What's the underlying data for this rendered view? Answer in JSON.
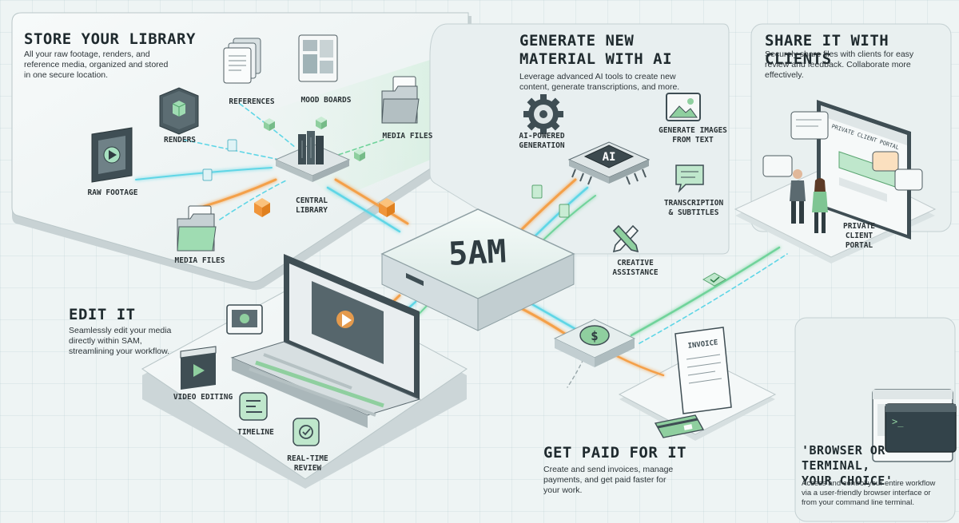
{
  "sections": {
    "library": {
      "title": "STORE YOUR LIBRARY",
      "description": "All your raw footage, renders, and\nreference media, organized and stored\nin one secure location.",
      "labels": {
        "references": "REFERENCES",
        "mood_boards": "MOOD BOARDS",
        "renders": "RENDERS",
        "media_files_top": "MEDIA FILES",
        "raw_footage": "RAW FOOTAGE",
        "central_library": "CENTRAL\nLIBRARY",
        "media_files_bottom": "MEDIA FILES"
      }
    },
    "ai": {
      "title": "GENERATE NEW\nMATERIAL WITH AI",
      "description": "Leverage advanced AI tools to create new\ncontent, generate transcriptions, and more.",
      "chip_label": "AI",
      "labels": {
        "ai_powered": "AI-POWERED\nGENERATION",
        "generate_images": "GENERATE IMAGES\nFROM TEXT",
        "transcription": "TRANSCRIPTION\n& SUBTITLES",
        "creative": "CREATIVE\nASSISTANCE"
      }
    },
    "share": {
      "title": "SHARE IT WITH CLIENTS",
      "description": "Securely share files with clients for easy\nreview and feedback. Collaborate more\neffectively.",
      "portal_screen_title": "PRIVATE CLIENT PORTAL",
      "labels": {
        "private_portal": "PRIVATE\nCLIENT\nPORTAL"
      }
    },
    "hub": {
      "label": "5AM"
    },
    "edit": {
      "title": "EDIT IT",
      "description": "Seamlessly edit your media\ndirectly within SAM,\nstreamlining your workflow.",
      "labels": {
        "video_editing": "VIDEO EDITING",
        "timeline": "TIMELINE",
        "realtime_review": "REAL-TIME\nREVIEW"
      }
    },
    "paid": {
      "title": "GET PAID FOR IT",
      "description": "Create and send invoices, manage\npayments, and get paid faster for\nyour work.",
      "invoice_title": "INVOICE",
      "coin_symbol": "$"
    },
    "terminal": {
      "title": "'BROWSER OR TERMINAL,\nYOUR CHOICE'",
      "description": "Access and control your entire workflow\nvia a user-friendly browser interface or\nfrom your command line terminal.",
      "prompt": ">_"
    }
  },
  "colors": {
    "background": "#eef4f4",
    "platform_top": "#f4f7f7",
    "platform_side": "#c9d3d5",
    "cyan_flow": "#5fd6e6",
    "orange_flow": "#f4a04a",
    "green_flow": "#6fd39a",
    "accent_green": "#8fcf9f"
  }
}
